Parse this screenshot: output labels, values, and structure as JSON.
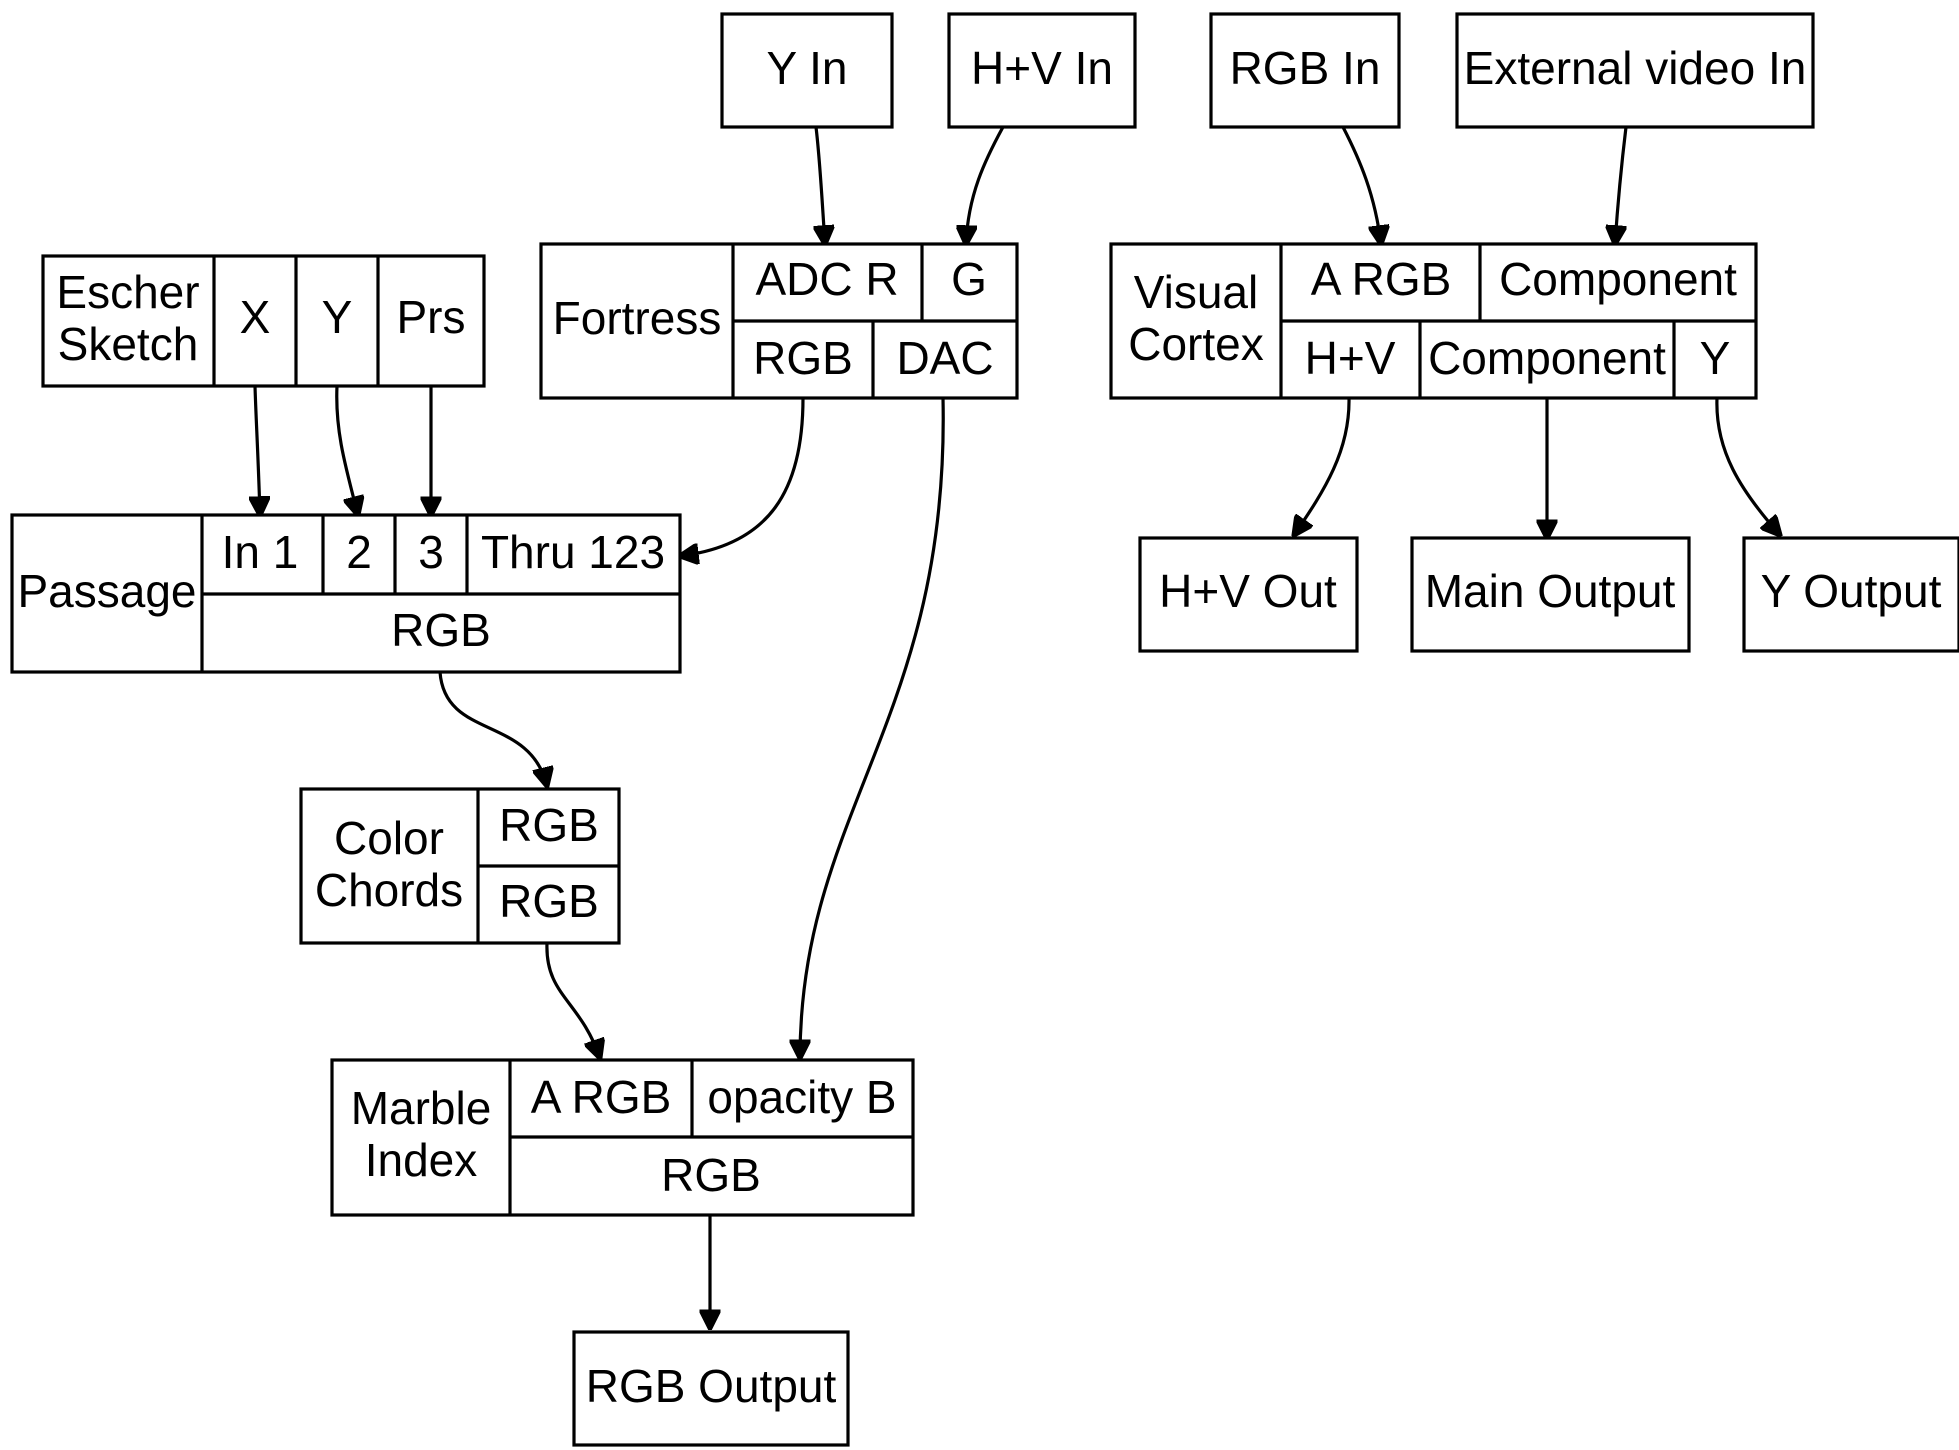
{
  "nodes": {
    "y_in": {
      "label": "Y In"
    },
    "hv_in": {
      "label": "H+V In"
    },
    "rgb_in": {
      "label": "RGB In"
    },
    "external_video_in": {
      "label": "External video In"
    },
    "escher_sketch": {
      "title": [
        "Escher",
        "Sketch"
      ],
      "ports": {
        "x": "X",
        "y": "Y",
        "prs": "Prs"
      }
    },
    "fortress": {
      "title": "Fortress",
      "ports": {
        "adc_r": "ADC R",
        "g": "G",
        "rgb": "RGB",
        "dac": "DAC"
      }
    },
    "visual_cortex": {
      "title": [
        "Visual",
        "Cortex"
      ],
      "ports": {
        "a_rgb": "A RGB",
        "component_in": "Component",
        "hv": "H+V",
        "component_out": "Component",
        "y": "Y"
      }
    },
    "passage": {
      "title": "Passage",
      "ports": {
        "in1": "In 1",
        "in2": "2",
        "in3": "3",
        "thru": "Thru 123",
        "rgb": "RGB"
      }
    },
    "color_chords": {
      "title": [
        "Color",
        "Chords"
      ],
      "ports": {
        "rgb_in": "RGB",
        "rgb_out": "RGB"
      }
    },
    "marble_index": {
      "title": [
        "Marble",
        "Index"
      ],
      "ports": {
        "a_rgb": "A RGB",
        "opacity_b": "opacity B",
        "rgb": "RGB"
      }
    },
    "hv_out": {
      "label": "H+V Out"
    },
    "main_output": {
      "label": "Main Output"
    },
    "y_output": {
      "label": "Y Output"
    },
    "rgb_output": {
      "label": "RGB Output"
    }
  },
  "edges": [
    {
      "from": "Y In",
      "to": "Fortress ADC R"
    },
    {
      "from": "H+V In",
      "to": "Fortress G"
    },
    {
      "from": "RGB In",
      "to": "Visual Cortex A RGB"
    },
    {
      "from": "External video In",
      "to": "Visual Cortex Component"
    },
    {
      "from": "Escher Sketch X",
      "to": "Passage In 1"
    },
    {
      "from": "Escher Sketch Y",
      "to": "Passage 2"
    },
    {
      "from": "Escher Sketch Prs",
      "to": "Passage 3"
    },
    {
      "from": "Fortress RGB",
      "to": "Passage Thru 123"
    },
    {
      "from": "Fortress DAC",
      "to": "Marble Index opacity B"
    },
    {
      "from": "Visual Cortex H+V",
      "to": "H+V Out"
    },
    {
      "from": "Visual Cortex Component",
      "to": "Main Output"
    },
    {
      "from": "Visual Cortex Y",
      "to": "Y Output"
    },
    {
      "from": "Passage RGB",
      "to": "Color Chords RGB"
    },
    {
      "from": "Color Chords RGB",
      "to": "Marble Index A RGB"
    },
    {
      "from": "Marble Index RGB",
      "to": "RGB Output"
    }
  ]
}
